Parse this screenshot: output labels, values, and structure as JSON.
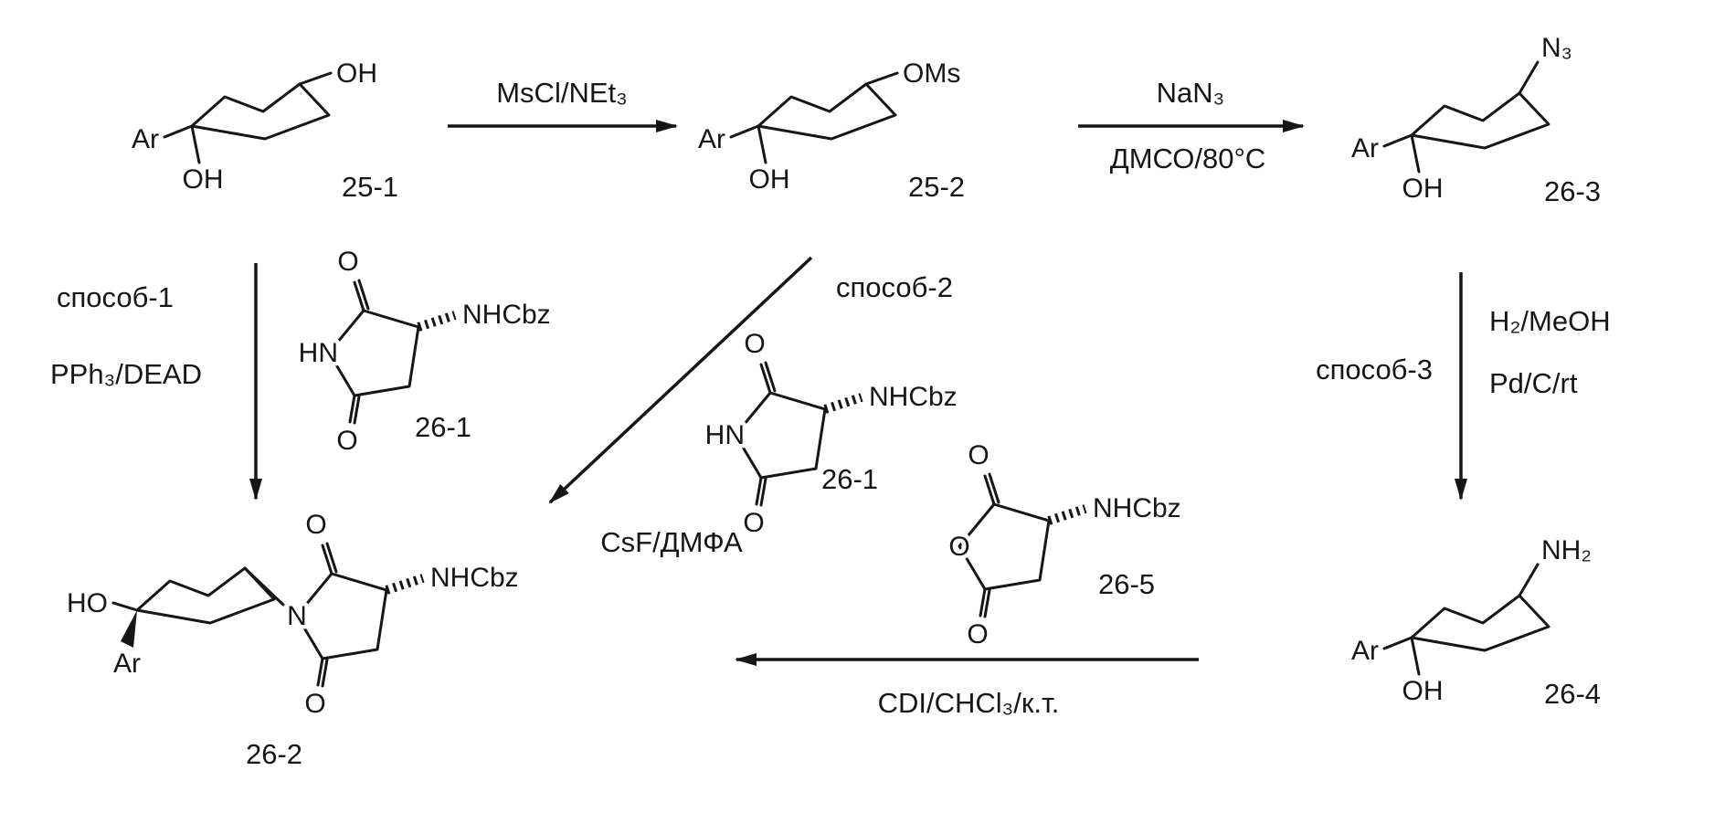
{
  "background": "#ffffff",
  "ink_color": "#161616",
  "atoms": {
    "ar": "Ar",
    "oh": "OH",
    "ho": "HO",
    "oms": "OMs",
    "azide": "N₃",
    "amine": "NH₂",
    "imide_nh": "HN",
    "imide_n": "N",
    "o": "O",
    "nhcbz": "NHCbz"
  },
  "compounds": {
    "c25_1": {
      "label": "25-1"
    },
    "c25_2": {
      "label": "25-2"
    },
    "c26_1": {
      "label": "26-1"
    },
    "c26_2": {
      "label": "26-2"
    },
    "c26_3": {
      "label": "26-3"
    },
    "c26_4": {
      "label": "26-4"
    },
    "c26_5": {
      "label": "26-5"
    }
  },
  "reactions": {
    "mesylation": {
      "reagents": "MsCl/NEt₃"
    },
    "azide_displacement": {
      "reagent": "NaN₃",
      "conditions": "ДМСО/80°C"
    },
    "method1": {
      "name": "способ-1",
      "reagents": "PPh₃/DEAD"
    },
    "method2": {
      "name": "способ-2",
      "reagents": "CsF/ДМФА"
    },
    "method3": {
      "name": "способ-3",
      "reagent": "H₂/MeOH",
      "conditions": "Pd/C/rt"
    },
    "ring_opening": {
      "reagents": "CDI/CHCl₃/к.т."
    }
  }
}
